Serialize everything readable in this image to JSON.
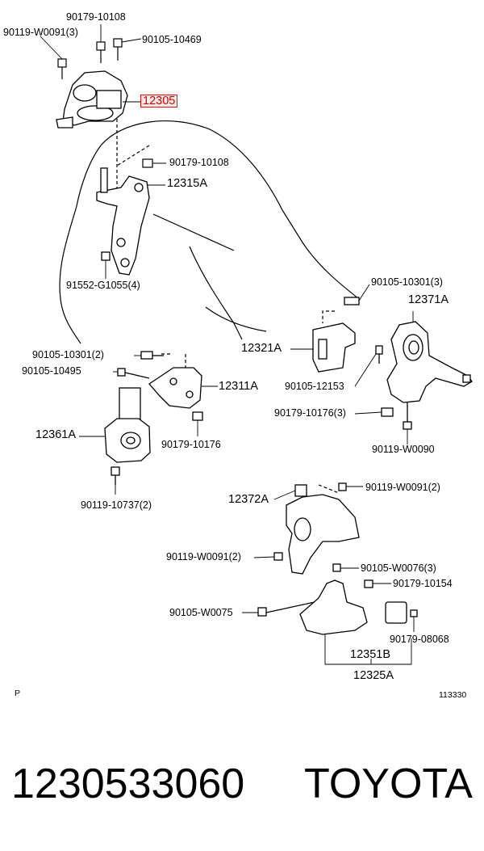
{
  "labels": {
    "p90179_10108_top": "90179-10108",
    "p90119_W0091_3": "90119-W0091(3)",
    "p90105_10469": "90105-10469",
    "p12305": "12305",
    "p90179_10108_mid": "90179-10108",
    "p12315A": "12315A",
    "p91552_G1055_4": "91552-G1055(4)",
    "p90105_10301_3": "90105-10301(3)",
    "p12371A": "12371A",
    "p12321A": "12321A",
    "p90105_12153": "90105-12153",
    "p90179_10176_3": "90179-10176(3)",
    "p90119_W0090": "90119-W0090",
    "p90105_10301_2": "90105-10301(2)",
    "p90105_10495": "90105-10495",
    "p12311A": "12311A",
    "p12361A": "12361A",
    "p90179_10176": "90179-10176",
    "p90119_10737_2": "90119-10737(2)",
    "p12372A": "12372A",
    "p90119_W0091_2_right": "90119-W0091(2)",
    "p90119_W0091_2_left": "90119-W0091(2)",
    "p90105_W0076_3": "90105-W0076(3)",
    "p90179_10154": "90179-10154",
    "p90105_W0075": "90105-W0075",
    "p90179_08068": "90179-08068",
    "p12351B": "12351B",
    "p12325A": "12325A",
    "corner_p": "P",
    "corner_code": "113330"
  },
  "footer": {
    "part_number": "1230533060",
    "brand": "TOYOTA"
  },
  "colors": {
    "highlight_border": "#dd1111",
    "highlight_fill": "#fde7e7"
  }
}
